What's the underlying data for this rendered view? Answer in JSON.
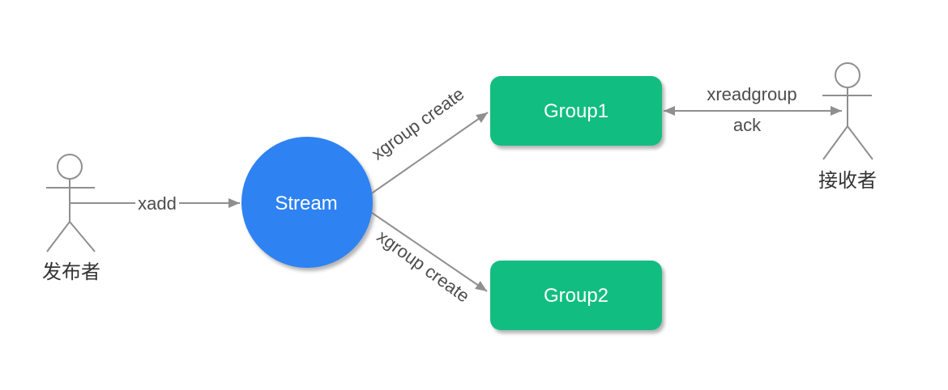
{
  "diagram": {
    "title": "redis-stream-consumer-groups",
    "publisher": {
      "label": "发布者"
    },
    "receiver": {
      "label": "接收者"
    },
    "nodes": {
      "stream": {
        "label": "Stream"
      },
      "group1": {
        "label": "Group1"
      },
      "group2": {
        "label": "Group2"
      }
    },
    "edges": {
      "xadd": {
        "label": "xadd"
      },
      "xgroup_create_top": {
        "label": "xgroup create"
      },
      "xgroup_create_bottom": {
        "label": "xgroup create"
      },
      "xreadgroup": {
        "label": "xreadgroup"
      },
      "ack": {
        "label": "ack"
      }
    },
    "colors": {
      "stream_fill": "#2E82F2",
      "group_fill": "#12BD82",
      "connector": "#8F8F8F",
      "edge_label": "#4D4D4D",
      "actor_label": "#333333",
      "node_text": "#FFFFFF",
      "background": "#FFFFFF"
    }
  }
}
